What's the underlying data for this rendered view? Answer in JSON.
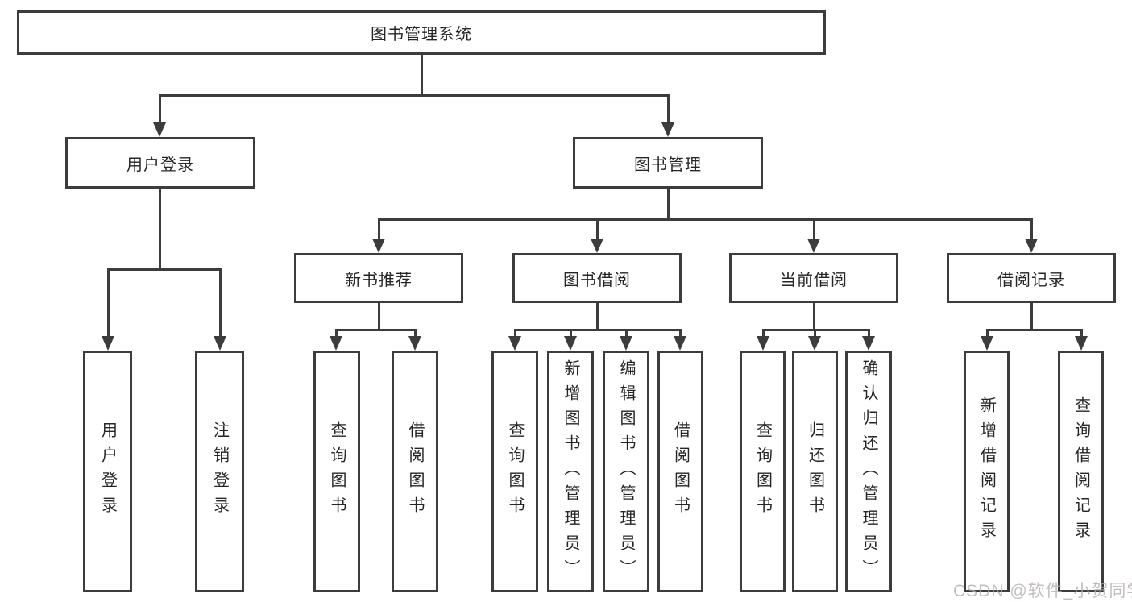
{
  "diagram_title": "图书管理系统",
  "tree": {
    "label": "图书管理系统",
    "children": [
      {
        "label": "用户登录",
        "children": [
          {
            "label": "用户登录"
          },
          {
            "label": "注销登录"
          }
        ]
      },
      {
        "label": "图书管理",
        "children": [
          {
            "label": "新书推荐",
            "children": [
              {
                "label": "查询图书"
              },
              {
                "label": "借阅图书"
              }
            ]
          },
          {
            "label": "图书借阅",
            "children": [
              {
                "label": "查询图书"
              },
              {
                "label": "新增图书（管理员）"
              },
              {
                "label": "编辑图书（管理员）"
              },
              {
                "label": "借阅图书"
              }
            ]
          },
          {
            "label": "当前借阅",
            "children": [
              {
                "label": "查询图书"
              },
              {
                "label": "归还图书"
              },
              {
                "label": "确认归还（管理员）"
              }
            ]
          },
          {
            "label": "借阅记录",
            "children": [
              {
                "label": "新增借阅记录"
              },
              {
                "label": "查询借阅记录"
              }
            ]
          }
        ]
      }
    ]
  },
  "watermark": "CSDN @软件_小贺同学",
  "colors": {
    "line": "#3c3c3c",
    "box_border": "#3c3c3c",
    "text": "#262626",
    "watermark": "#b5acac",
    "background": "#ffffff"
  }
}
